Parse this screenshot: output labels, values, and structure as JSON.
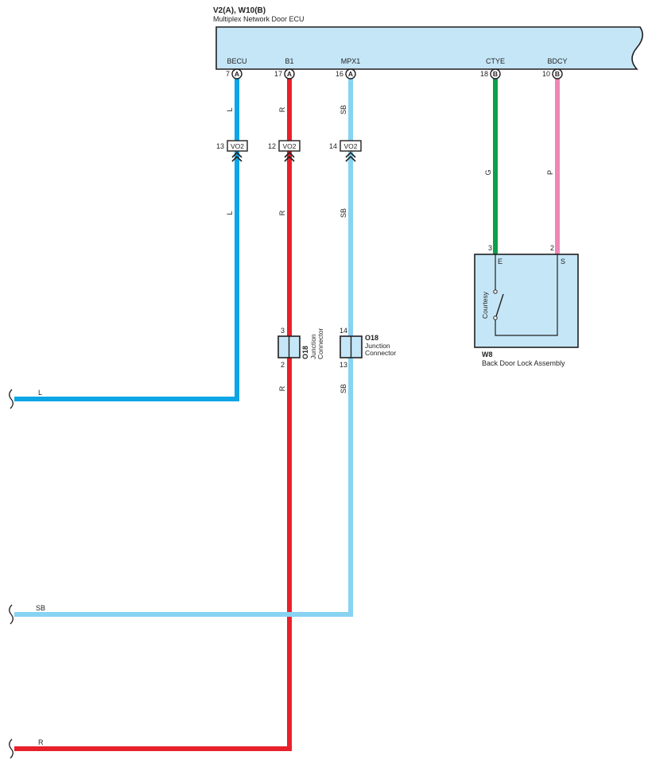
{
  "ecu": {
    "code": "V2(A), W10(B)",
    "name": "Multiplex Network Door ECU",
    "terminals": {
      "becu": {
        "name": "BECU",
        "pin": "7",
        "conn": "A"
      },
      "b1": {
        "name": "B1",
        "pin": "17",
        "conn": "A"
      },
      "mpx1": {
        "name": "MPX1",
        "pin": "16",
        "conn": "A"
      },
      "ctye": {
        "name": "CTYE",
        "pin": "18",
        "conn": "B"
      },
      "bdcy": {
        "name": "BDCY",
        "pin": "10",
        "conn": "B"
      }
    }
  },
  "wires": {
    "becu_color": "L",
    "b1_color": "R",
    "mpx1_color": "SB",
    "ctye_color": "G",
    "bdcy_color": "P"
  },
  "colors": {
    "L": "#0ca5e5",
    "R": "#e8202a",
    "SB": "#88d3f2",
    "G": "#0aa14b",
    "P": "#ee87b6",
    "component_fill": "#c4e6f7"
  },
  "inline_connector": {
    "name": "VO2",
    "becu_pin": "13",
    "b1_pin": "12",
    "mpx1_pin": "14"
  },
  "junction_b1": {
    "code": "O18",
    "name_line1": "Junction",
    "name_line2": "Connector",
    "pin_in": "3",
    "pin_out": "2"
  },
  "junction_mpx1": {
    "code": "O18",
    "name_line1": "Junction",
    "name_line2": "Connector",
    "pin_in": "14",
    "pin_out": "13"
  },
  "switch_assembly": {
    "code": "W8",
    "name": "Back Door Lock Assembly",
    "pin_e": "3",
    "pin_s": "2",
    "term_e": "E",
    "term_s": "S",
    "switch_label": "Courtesy"
  },
  "outputs": {
    "l": "L",
    "sb": "SB",
    "r": "R"
  }
}
